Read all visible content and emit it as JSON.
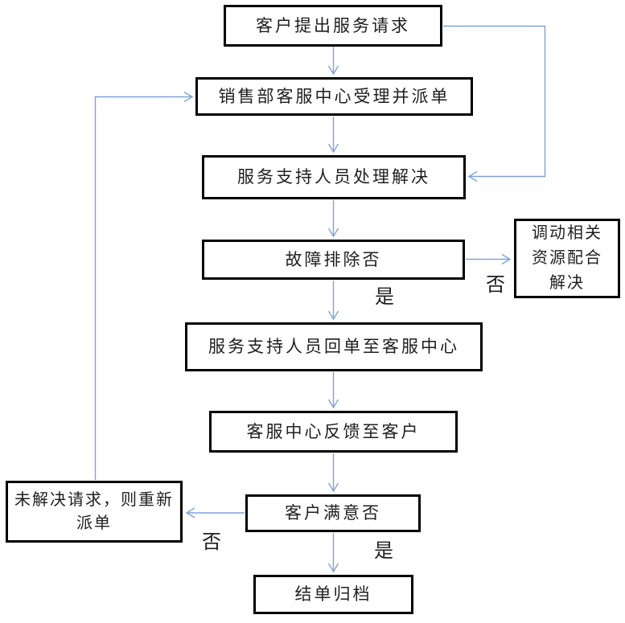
{
  "colors": {
    "box_border": "#000000",
    "connector": "#7EA4D9",
    "text": "#1f1f1f",
    "background": "#ffffff"
  },
  "nodes": {
    "request": {
      "text": "客户提出服务请求"
    },
    "accept_dispatch": {
      "text": "销售部客服中心受理并派单"
    },
    "support_handle": {
      "text": "服务支持人员处理解决"
    },
    "fault_cleared": {
      "text": "故障排除否"
    },
    "mobilize": {
      "line1": "调动相关",
      "line2": "资源配合",
      "line3": "解决"
    },
    "return_order": {
      "text": "服务支持人员回单至客服中心"
    },
    "feedback": {
      "text": "客服中心反馈至客户"
    },
    "satisfied": {
      "text": "客户满意否"
    },
    "redispatch": {
      "line1": "未解决请求，则重新",
      "line2": "派单"
    },
    "archive": {
      "text": "结单归档"
    }
  },
  "edge_labels": {
    "fault_yes": "是",
    "fault_no": "否",
    "satisfied_yes": "是",
    "satisfied_no": "否"
  }
}
